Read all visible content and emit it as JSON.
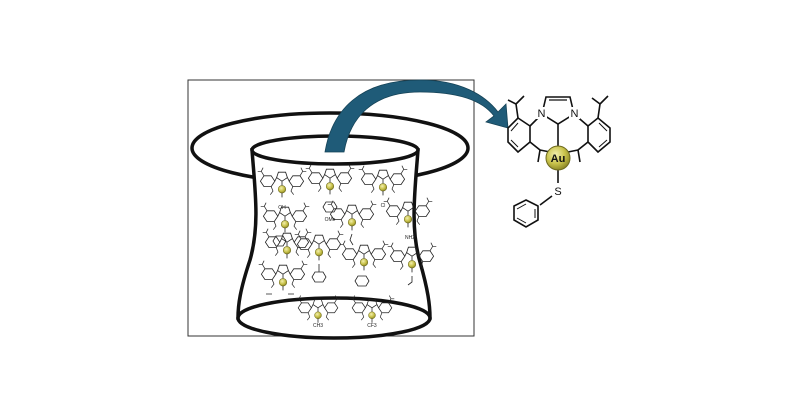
{
  "atoms": {
    "gold": "Au",
    "nitrogen": "N",
    "sulfur": "S"
  },
  "hat_complexes": [
    {
      "id": "c1",
      "substituent": "OH"
    },
    {
      "id": "c2",
      "substituent": "OMe"
    },
    {
      "id": "c3",
      "substituent": "Cl"
    },
    {
      "id": "c4",
      "substituent": ""
    },
    {
      "id": "c5",
      "substituent": ""
    },
    {
      "id": "c6",
      "substituent": "NH2"
    },
    {
      "id": "c7",
      "substituent": ""
    },
    {
      "id": "c8",
      "substituent": ""
    },
    {
      "id": "c9",
      "substituent": ""
    },
    {
      "id": "c10",
      "substituent": ""
    },
    {
      "id": "c11",
      "substituent": ""
    },
    {
      "id": "c12",
      "substituent": "CH3"
    },
    {
      "id": "c13",
      "substituent": "CF3"
    }
  ],
  "colors": {
    "arrow": "#1f5b78",
    "gold_fill": "#c8c24a",
    "gold_edge": "#6e6a1e",
    "ink": "#111111",
    "frame": "#333333"
  }
}
